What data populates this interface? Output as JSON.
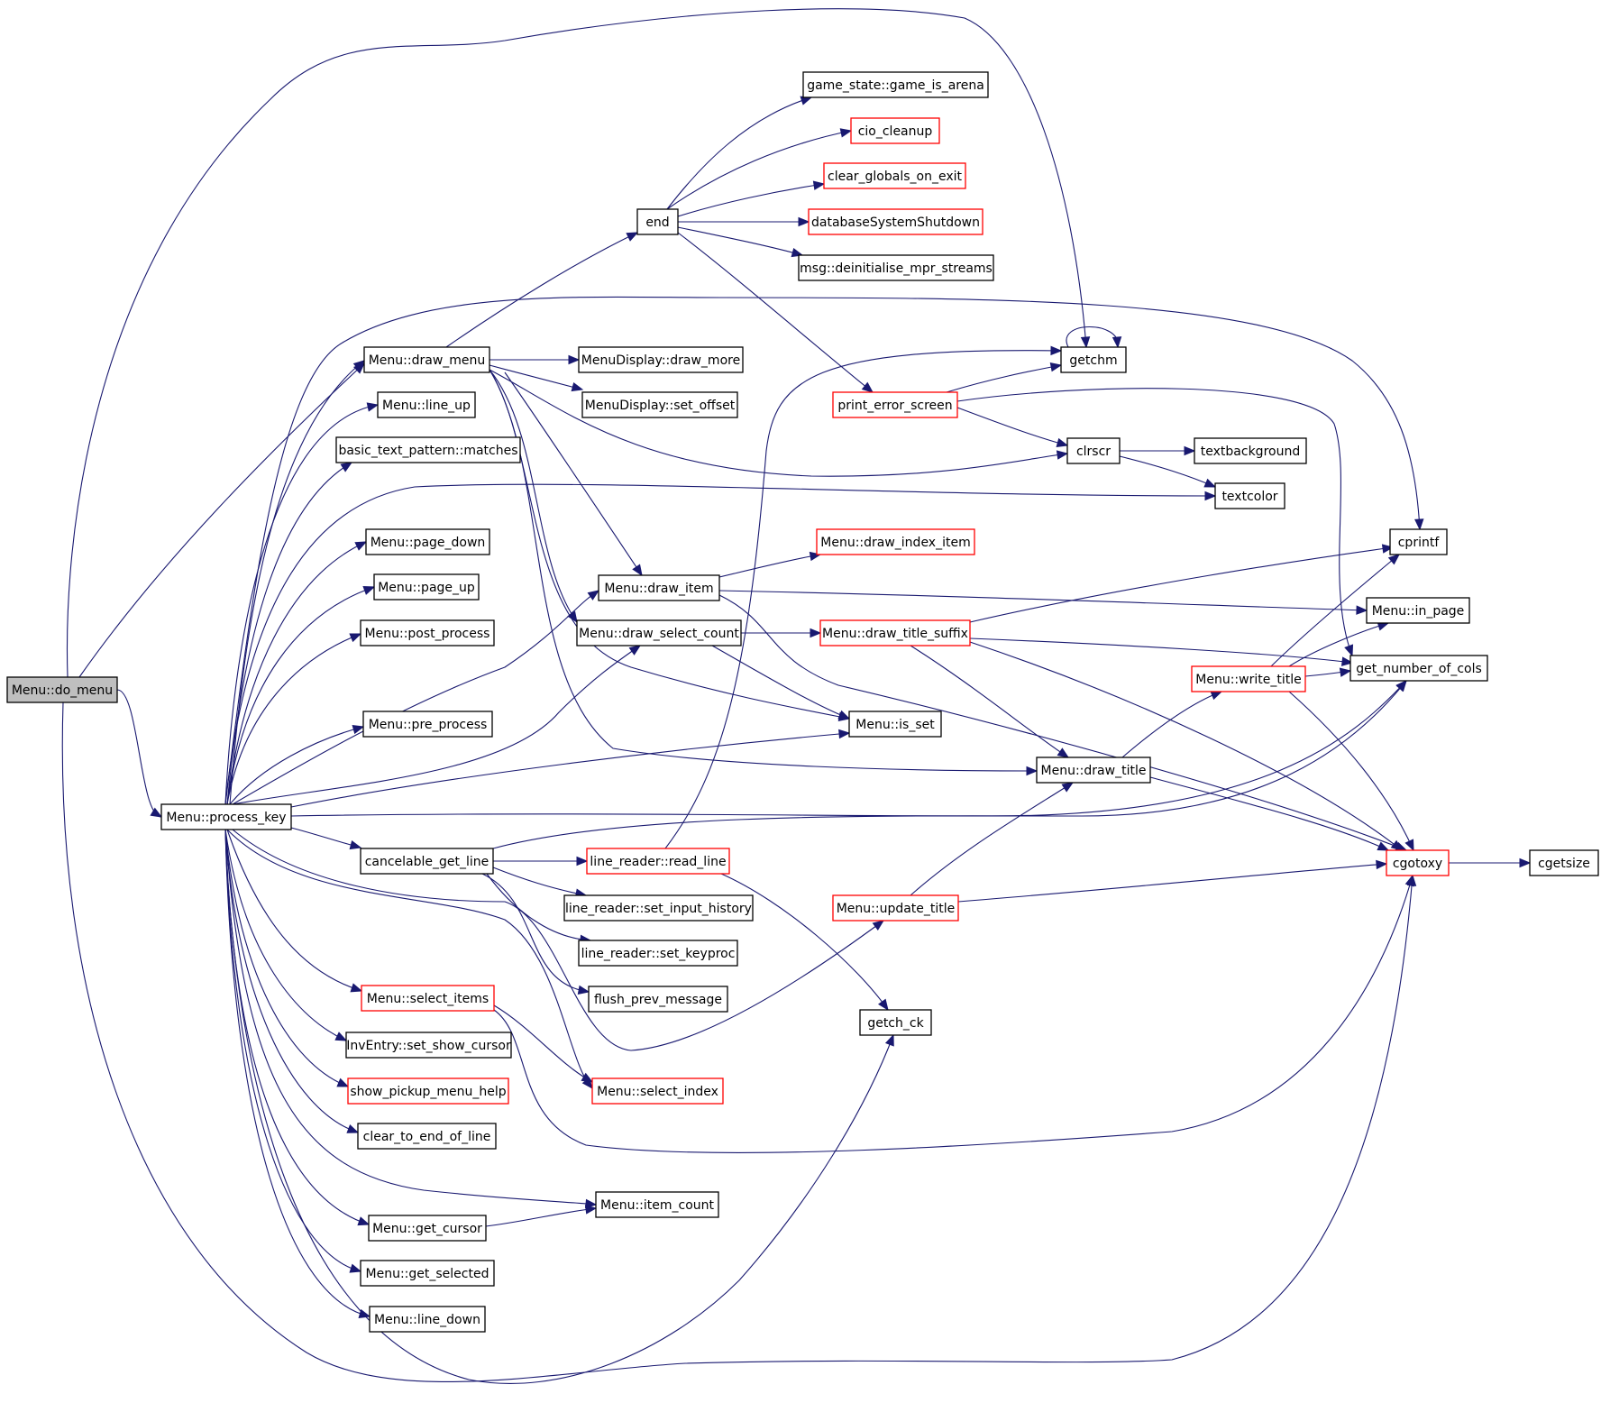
{
  "graph": {
    "colors": {
      "edge": "#191970",
      "node_border": "#000000",
      "node_border_truncated": "#ff0000",
      "root_fill": "#bfbfbf",
      "background": "#ffffff"
    },
    "nodes": {
      "do_menu": {
        "label": "Menu::do_menu",
        "root": true
      },
      "process_key": {
        "label": "Menu::process_key"
      },
      "draw_menu": {
        "label": "Menu::draw_menu"
      },
      "line_up": {
        "label": "Menu::line_up"
      },
      "matches": {
        "label": "basic_text_pattern::matches"
      },
      "page_down": {
        "label": "Menu::page_down"
      },
      "page_up": {
        "label": "Menu::page_up"
      },
      "post_process": {
        "label": "Menu::post_process"
      },
      "pre_process": {
        "label": "Menu::pre_process"
      },
      "cancelable_get_line": {
        "label": "cancelable_get_line"
      },
      "select_items": {
        "label": "Menu::select_items",
        "truncated": true
      },
      "set_show_cursor": {
        "label": "InvEntry::set_show_cursor"
      },
      "show_pickup_menu_help": {
        "label": "show_pickup_menu_help",
        "truncated": true
      },
      "clear_to_end_of_line": {
        "label": "clear_to_end_of_line"
      },
      "get_cursor": {
        "label": "Menu::get_cursor"
      },
      "get_selected": {
        "label": "Menu::get_selected"
      },
      "line_down": {
        "label": "Menu::line_down"
      },
      "end": {
        "label": "end"
      },
      "draw_more": {
        "label": "MenuDisplay::draw_more"
      },
      "set_offset": {
        "label": "MenuDisplay::set_offset"
      },
      "draw_item": {
        "label": "Menu::draw_item"
      },
      "draw_select_count": {
        "label": "Menu::draw_select_count"
      },
      "read_line": {
        "label": "line_reader::read_line",
        "truncated": true
      },
      "set_input_history": {
        "label": "line_reader::set_input_history"
      },
      "set_keyproc": {
        "label": "line_reader::set_keyproc"
      },
      "flush_prev_message": {
        "label": "flush_prev_message"
      },
      "select_index": {
        "label": "Menu::select_index",
        "truncated": true
      },
      "item_count": {
        "label": "Menu::item_count"
      },
      "game_is_arena": {
        "label": "game_state::game_is_arena"
      },
      "cio_cleanup": {
        "label": "cio_cleanup",
        "truncated": true
      },
      "clear_globals_on_exit": {
        "label": "clear_globals_on_exit",
        "truncated": true
      },
      "databaseSystemShutdown": {
        "label": "databaseSystemShutdown",
        "truncated": true
      },
      "deinitialise": {
        "label": "msg::deinitialise_mpr_streams"
      },
      "print_error_screen": {
        "label": "print_error_screen",
        "truncated": true
      },
      "draw_index_item": {
        "label": "Menu::draw_index_item",
        "truncated": true
      },
      "draw_title_suffix": {
        "label": "Menu::draw_title_suffix",
        "truncated": true
      },
      "is_set": {
        "label": "Menu::is_set"
      },
      "update_title": {
        "label": "Menu::update_title",
        "truncated": true
      },
      "getch_ck": {
        "label": "getch_ck"
      },
      "getchm": {
        "label": "getchm"
      },
      "clrscr": {
        "label": "clrscr"
      },
      "textbackground": {
        "label": "textbackground"
      },
      "textcolor": {
        "label": "textcolor"
      },
      "draw_title": {
        "label": "Menu::draw_title"
      },
      "write_title": {
        "label": "Menu::write_title",
        "truncated": true
      },
      "cprintf": {
        "label": "cprintf"
      },
      "in_page": {
        "label": "Menu::in_page"
      },
      "get_number_of_cols": {
        "label": "get_number_of_cols"
      },
      "cgotoxy": {
        "label": "cgotoxy",
        "truncated": true
      },
      "cgetsize": {
        "label": "cgetsize"
      }
    },
    "edges": [
      [
        "do_menu",
        "getchm"
      ],
      [
        "do_menu",
        "draw_menu"
      ],
      [
        "do_menu",
        "process_key"
      ],
      [
        "do_menu",
        "cgotoxy"
      ],
      [
        "process_key",
        "draw_menu"
      ],
      [
        "process_key",
        "line_up"
      ],
      [
        "process_key",
        "matches"
      ],
      [
        "process_key",
        "textcolor"
      ],
      [
        "process_key",
        "page_down"
      ],
      [
        "process_key",
        "page_up"
      ],
      [
        "process_key",
        "post_process"
      ],
      [
        "process_key",
        "pre_process"
      ],
      [
        "process_key",
        "draw_item"
      ],
      [
        "process_key",
        "draw_select_count"
      ],
      [
        "process_key",
        "is_set"
      ],
      [
        "process_key",
        "get_number_of_cols"
      ],
      [
        "process_key",
        "cancelable_get_line"
      ],
      [
        "process_key",
        "update_title"
      ],
      [
        "process_key",
        "select_items"
      ],
      [
        "process_key",
        "set_show_cursor"
      ],
      [
        "process_key",
        "show_pickup_menu_help"
      ],
      [
        "process_key",
        "clear_to_end_of_line"
      ],
      [
        "process_key",
        "item_count"
      ],
      [
        "process_key",
        "get_cursor"
      ],
      [
        "process_key",
        "get_selected"
      ],
      [
        "process_key",
        "line_down"
      ],
      [
        "process_key",
        "cprintf"
      ],
      [
        "process_key",
        "getch_ck"
      ],
      [
        "process_key",
        "select_index"
      ],
      [
        "draw_menu",
        "end"
      ],
      [
        "draw_menu",
        "draw_more"
      ],
      [
        "draw_menu",
        "set_offset"
      ],
      [
        "draw_menu",
        "clrscr"
      ],
      [
        "draw_menu",
        "draw_item"
      ],
      [
        "draw_menu",
        "draw_select_count"
      ],
      [
        "draw_menu",
        "is_set"
      ],
      [
        "draw_menu",
        "draw_title"
      ],
      [
        "end",
        "game_is_arena"
      ],
      [
        "end",
        "cio_cleanup"
      ],
      [
        "end",
        "clear_globals_on_exit"
      ],
      [
        "end",
        "databaseSystemShutdown"
      ],
      [
        "end",
        "deinitialise"
      ],
      [
        "end",
        "print_error_screen"
      ],
      [
        "print_error_screen",
        "getchm"
      ],
      [
        "print_error_screen",
        "clrscr"
      ],
      [
        "print_error_screen",
        "get_number_of_cols"
      ],
      [
        "getchm",
        "getchm"
      ],
      [
        "clrscr",
        "textbackground"
      ],
      [
        "clrscr",
        "textcolor"
      ],
      [
        "draw_item",
        "draw_index_item"
      ],
      [
        "draw_item",
        "in_page"
      ],
      [
        "draw_item",
        "cgotoxy"
      ],
      [
        "draw_select_count",
        "draw_title_suffix"
      ],
      [
        "draw_select_count",
        "is_set"
      ],
      [
        "draw_title_suffix",
        "cprintf"
      ],
      [
        "draw_title_suffix",
        "get_number_of_cols"
      ],
      [
        "draw_title_suffix",
        "draw_title"
      ],
      [
        "draw_title_suffix",
        "cgotoxy"
      ],
      [
        "draw_title",
        "write_title"
      ],
      [
        "draw_title",
        "cgotoxy"
      ],
      [
        "write_title",
        "cprintf"
      ],
      [
        "write_title",
        "in_page"
      ],
      [
        "write_title",
        "get_number_of_cols"
      ],
      [
        "write_title",
        "cgotoxy"
      ],
      [
        "update_title",
        "draw_title"
      ],
      [
        "update_title",
        "cgotoxy"
      ],
      [
        "cgotoxy",
        "cgetsize"
      ],
      [
        "cancelable_get_line",
        "read_line"
      ],
      [
        "cancelable_get_line",
        "set_input_history"
      ],
      [
        "cancelable_get_line",
        "set_keyproc"
      ],
      [
        "cancelable_get_line",
        "flush_prev_message"
      ],
      [
        "cancelable_get_line",
        "get_number_of_cols"
      ],
      [
        "read_line",
        "getchm"
      ],
      [
        "read_line",
        "getch_ck"
      ],
      [
        "select_items",
        "select_index"
      ],
      [
        "select_items",
        "cgotoxy"
      ],
      [
        "get_cursor",
        "item_count"
      ]
    ]
  }
}
